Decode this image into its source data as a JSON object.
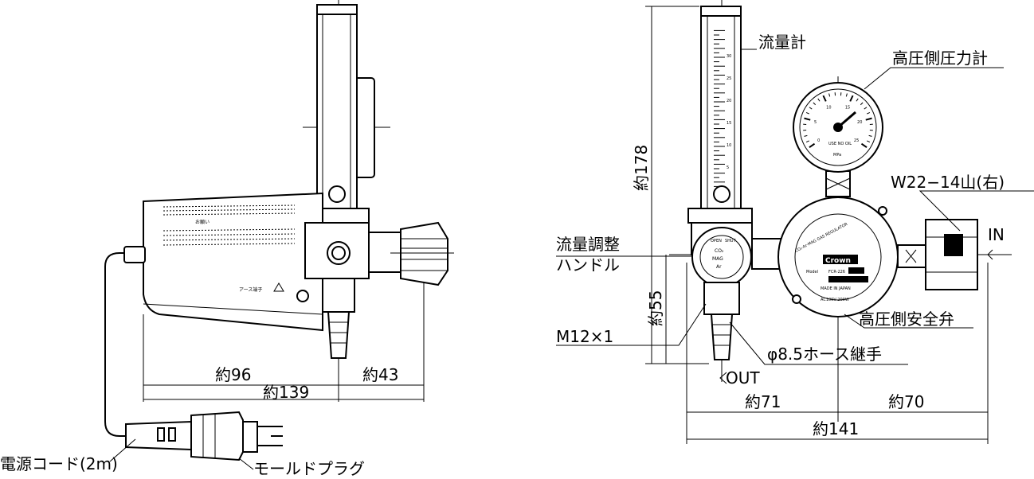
{
  "labels": {
    "flowmeter": "流量計",
    "high_pressure_gauge": "高圧側圧力計",
    "inlet_thread": "W22−14山(右)",
    "inlet": "IN",
    "flow_adjust_handle_line1": "流量調整",
    "flow_adjust_handle_line2": "ハンドル",
    "outlet_thread": "M12×1",
    "hose_fitting": "φ8.5ホース継手",
    "relief_valve": "高圧側安全弁",
    "outlet": "OUT",
    "power_cord": "電源コード(2m)",
    "mold_plug": "モールドプラグ"
  },
  "dimensions": {
    "height_total": "約178",
    "height_outlet": "約55",
    "left_width_front": "約96",
    "left_width_rear": "約43",
    "left_width_total": "約139",
    "right_width_left": "約71",
    "right_width_right": "約70",
    "right_width_total": "約141"
  },
  "nameplate": {
    "brand": "Crown",
    "model_label": "Model",
    "model_value": "FCR-226",
    "made_in": "MADE IN JAPAN",
    "arc_top": "CO₂·Ar·MAG GAS REGULATOR",
    "arc_bottom": "AC100V-200W",
    "earth_terminal": "アース端子"
  },
  "handle": {
    "open": "OPEN",
    "shut": "SHUT",
    "gas1": "CO₂",
    "gas2": "MAG",
    "gas3": "Ar"
  },
  "gauge": {
    "unit": "MPa",
    "sub": "USE NO OIL",
    "scale": [
      "0",
      "5",
      "10",
      "15",
      "20",
      "25"
    ]
  },
  "flowmeter_scale": [
    "5",
    "10",
    "15",
    "20",
    "25",
    "30"
  ],
  "warning_title": "お願い"
}
